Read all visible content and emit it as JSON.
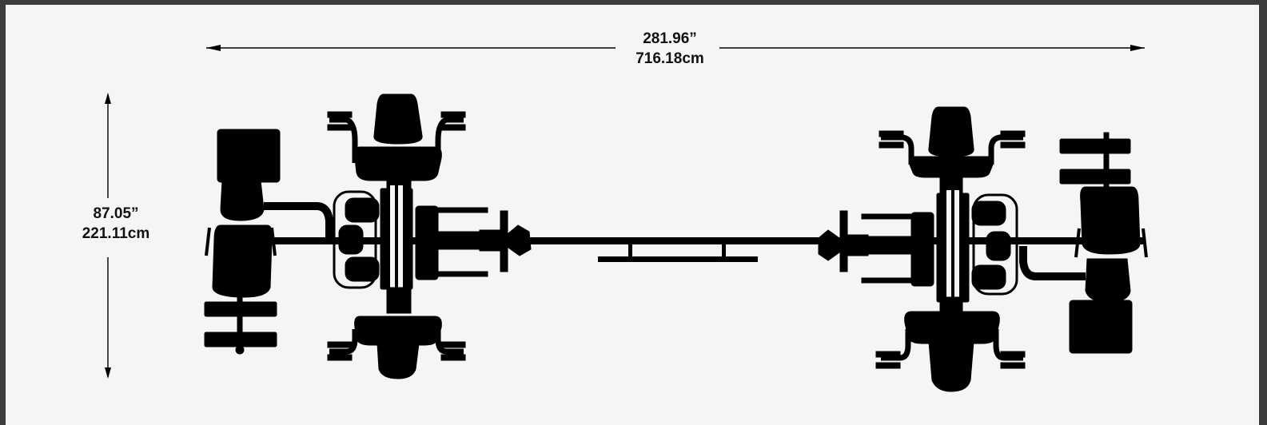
{
  "dimensions": {
    "width": {
      "imperial": "281.96”",
      "metric": "716.18cm"
    },
    "depth": {
      "imperial": "87.05”",
      "metric": "221.11cm"
    }
  },
  "colors": {
    "background": "#f5f5f5",
    "frame": "#3c3c3c",
    "silhouette": "#000000"
  },
  "equipment": {
    "view": "top-down silhouette",
    "units": [
      "left multi-station",
      "right multi-station"
    ],
    "connector": "central beam"
  }
}
